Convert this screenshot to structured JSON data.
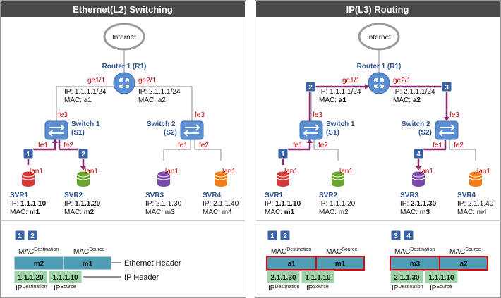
{
  "left": {
    "title": "Ethernet(L2) Switching",
    "internet": "Internet",
    "router": {
      "label": "Router 1 (R1)",
      "port_left": "ge1/1",
      "port_right": "ge2/1",
      "ip_left": "IP: 1.1.1.1/24",
      "mac_left": "MAC: a1",
      "ip_right": "IP: 2.1.1.1/24",
      "mac_right": "MAC: a2"
    },
    "switch1": {
      "line1": "Switch 1",
      "line2": "(S1)",
      "fe3": "fe3",
      "fe1": "fe1",
      "fe2": "fe2"
    },
    "switch2": {
      "line1": "Switch 2",
      "line2": "(S2)",
      "fe3": "fe3",
      "fe1": "fe1",
      "fe2": "fe2"
    },
    "servers": [
      {
        "name": "SVR1",
        "lan": "lan1",
        "ip_prefix": "IP: ",
        "ip": "1.1.1.10",
        "mac_prefix": "MAC: ",
        "mac": "m1",
        "bold": true,
        "color": "#d23a3a"
      },
      {
        "name": "SVR2",
        "lan": "lan1",
        "ip_prefix": "IP: ",
        "ip": "1.1.1.20",
        "mac_prefix": "MAC: ",
        "mac": "m2",
        "bold": true,
        "color": "#6aa72e"
      },
      {
        "name": "SVR3",
        "lan": "lan1",
        "ip_prefix": "IP: ",
        "ip": "2.1.1.30",
        "mac_prefix": "MAC: ",
        "mac": "m3",
        "bold": false,
        "color": "#7a4aa8"
      },
      {
        "name": "SVR4",
        "lan": "lan1",
        "ip_prefix": "IP: ",
        "ip": "2.1.1.40",
        "mac_prefix": "MAC: ",
        "mac": "m4",
        "bold": false,
        "color": "#f07d1a"
      }
    ],
    "steps": [
      "1",
      "2"
    ],
    "frame": {
      "mac_dst_sup": "MAC",
      "mac_dst_sub": "Destination",
      "mac_src_sup": "MAC",
      "mac_src_sub": "Source",
      "mac_dst": "m2",
      "mac_src": "m1",
      "ip_dst": "1.1.1.20",
      "ip_src": "1.1.1.10",
      "ip_dst_lbl": "IP",
      "ip_dst_sub": "Destination",
      "ip_src_lbl": "IP",
      "ip_src_sub": "Source",
      "eth_header": "Ethernet Header",
      "ip_header": "IP Header",
      "badges": [
        "1",
        "2"
      ]
    }
  },
  "right": {
    "title": "IP(L3) Routing",
    "internet": "Internet",
    "router": {
      "label": "Router 1 (R1)",
      "port_left": "ge1/1",
      "port_right": "ge2/1",
      "ip_left": "IP: 1.1.1.1/24",
      "mac_left_prefix": "MAC: ",
      "mac_left": "a1",
      "ip_right": "IP: 2.1.1.1/24",
      "mac_right_prefix": "MAC: ",
      "mac_right": "a2"
    },
    "switch1": {
      "line1": "Switch 1",
      "line2": "(S1)",
      "fe3": "fe3",
      "fe1": "fe1",
      "fe2": "fe2"
    },
    "switch2": {
      "line1": "Switch 2",
      "line2": "(S2)",
      "fe3": "fe3",
      "fe1": "fe1",
      "fe2": "fe2"
    },
    "servers": [
      {
        "name": "SVR1",
        "lan": "lan1",
        "ip_prefix": "IP: ",
        "ip": "1.1.1.10",
        "mac_prefix": "MAC: ",
        "mac": "m1",
        "bold": true,
        "color": "#d23a3a"
      },
      {
        "name": "SVR2",
        "lan": "lan1",
        "ip_prefix": "IP: ",
        "ip": "1.1.1.20",
        "mac_prefix": "MAC: ",
        "mac": "m2",
        "bold": false,
        "color": "#6aa72e"
      },
      {
        "name": "SVR3",
        "lan": "lan1",
        "ip_prefix": "IP: ",
        "ip": "2.1.1.30",
        "mac_prefix": "MAC: ",
        "mac": "m3",
        "bold": true,
        "color": "#7a4aa8"
      },
      {
        "name": "SVR4",
        "lan": "lan1",
        "ip_prefix": "IP: ",
        "ip": "2.1.1.40",
        "mac_prefix": "MAC: ",
        "mac": "m4",
        "bold": false,
        "color": "#f07d1a"
      }
    ],
    "steps": [
      "1",
      "2",
      "3",
      "4"
    ],
    "frame_a": {
      "badges": [
        "1",
        "2"
      ],
      "mac_dst_sup": "MAC",
      "mac_dst_sub": "Destination",
      "mac_src_sup": "MAC",
      "mac_src_sub": "Source",
      "mac_dst": "a1",
      "mac_src": "m1",
      "ip_dst": "2.1.1.30",
      "ip_src": "1.1.1.10",
      "ip_dst_lbl": "IP",
      "ip_dst_sub": "Destination",
      "ip_src_lbl": "IP",
      "ip_src_sub": "Source"
    },
    "frame_b": {
      "badges": [
        "3",
        "4"
      ],
      "mac_dst_sup": "MAC",
      "mac_dst_sub": "Destination",
      "mac_src_sup": "MAC",
      "mac_src_sub": "Source",
      "mac_dst": "m3",
      "mac_src": "a2",
      "ip_dst": "2.1.1.30",
      "ip_src": "1.1.1.10",
      "ip_dst_lbl": "IP",
      "ip_dst_sub": "Destination",
      "ip_src_lbl": "IP",
      "ip_src_sub": "Source"
    }
  },
  "colors": {
    "title_bar": "#4a4a4a",
    "device_blue": "#5b8fd1",
    "label_blue": "#2f5597",
    "port_red": "#c00000",
    "path_purple": "#8b2c6e",
    "step_badge": "#3b63a8",
    "mac_cell": "#4f9db5",
    "ip_cell": "#9fd4a8",
    "highlight_red": "#e00000"
  }
}
